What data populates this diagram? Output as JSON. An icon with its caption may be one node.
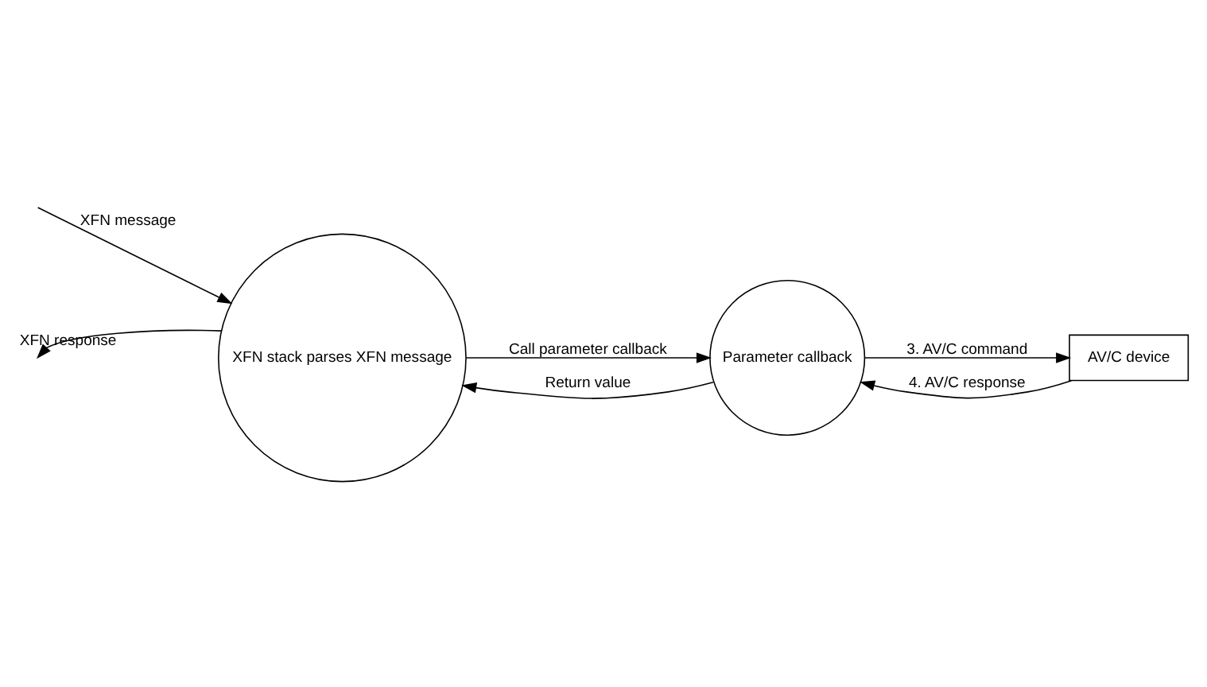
{
  "diagram": {
    "nodes": [
      {
        "text": [
          "XFN stack parses XFN message"
        ]
      },
      {
        "text": [
          "Parameter callback"
        ]
      },
      {
        "text": [
          "AV/C device"
        ]
      }
    ],
    "edges": [
      {
        "from": null,
        "to": 0,
        "arrow": "to",
        "label": "XFN message"
      },
      {
        "from": 0,
        "to": null,
        "arrow": "to",
        "label": "XFN response"
      },
      {
        "from": 0,
        "to": 1,
        "arrow": "to",
        "label": "Call parameter callback"
      },
      {
        "from": 1,
        "to": 0,
        "arrow": "to",
        "label": "Return value"
      },
      {
        "from": 1,
        "to": 2,
        "arrow": "to",
        "label": "3. AV/C command"
      },
      {
        "from": 2,
        "to": 1,
        "arrow": "to",
        "label": "4. AV/C response"
      }
    ]
  }
}
